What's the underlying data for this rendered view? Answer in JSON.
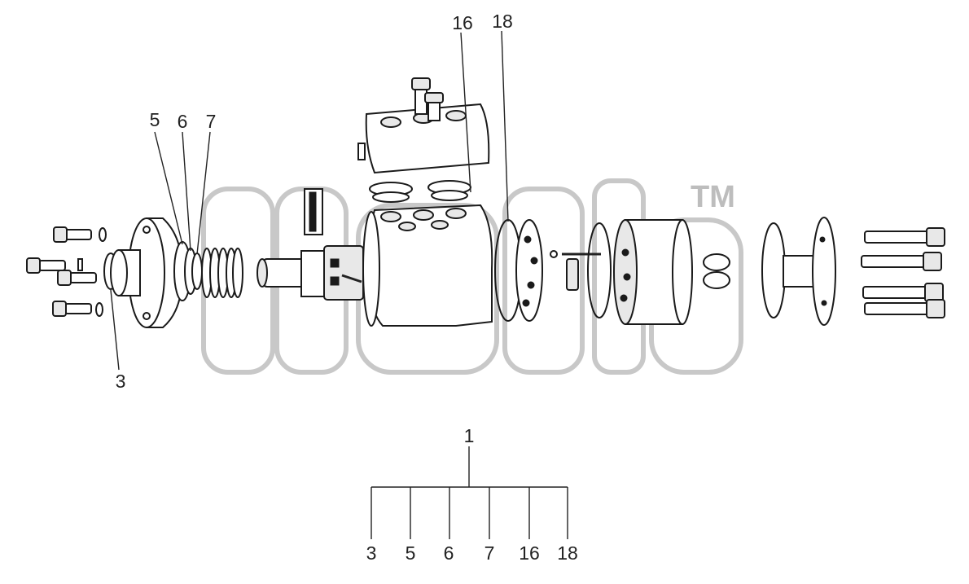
{
  "watermark": {
    "trademark": "TM"
  },
  "callouts": {
    "c16": "16",
    "c18": "18",
    "c5": "5",
    "c6": "6",
    "c7": "7",
    "c3": "3"
  },
  "assembly": {
    "parent": "1",
    "children": [
      "3",
      "5",
      "6",
      "7",
      "16",
      "18"
    ]
  }
}
